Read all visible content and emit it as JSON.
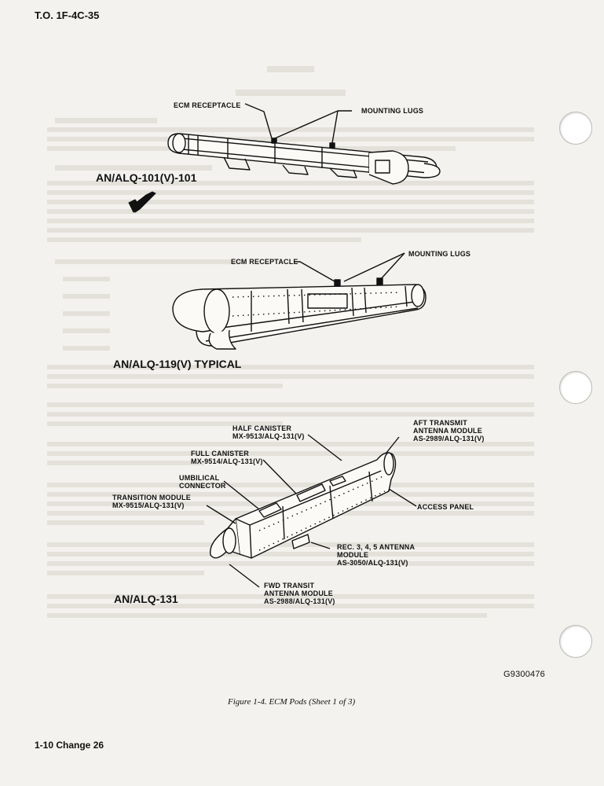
{
  "header": {
    "to_number": "T.O. 1F-4C-35"
  },
  "pods": [
    {
      "title": "AN/ALQ-101(V)-101",
      "labels": {
        "ecm_receptacle": "ECM RECEPTACLE",
        "mounting_lugs": "MOUNTING LUGS"
      }
    },
    {
      "title": "AN/ALQ-119(V) TYPICAL",
      "labels": {
        "ecm_receptacle": "ECM RECEPTACLE",
        "mounting_lugs": "MOUNTING LUGS"
      }
    },
    {
      "title": "AN/ALQ-131",
      "labels": {
        "half_canister": [
          "HALF CANISTER",
          "MX-9513/ALQ-131(V)"
        ],
        "aft_transmit": [
          "AFT TRANSMIT",
          "ANTENNA MODULE",
          "AS-2989/ALQ-131(V)"
        ],
        "full_canister": [
          "FULL CANISTER",
          "MX-9514/ALQ-131(V)"
        ],
        "umbilical": [
          "UMBILICAL",
          "CONNECTOR"
        ],
        "transition": [
          "TRANSITION MODULE",
          "MX-9515/ALQ-131(V)"
        ],
        "access_panel": "ACCESS PANEL",
        "rec_antenna": [
          "REC. 3, 4, 5 ANTENNA",
          "MODULE",
          "AS-3050/ALQ-131(V)"
        ],
        "fwd_transit": [
          "FWD TRANSIT",
          "ANTENNA MODULE",
          "AS-2988/ALQ-131(V)"
        ]
      }
    }
  ],
  "figure_id": "G9300476",
  "caption": "Figure 1-4.  ECM Pods (Sheet 1 of 3)",
  "footer": "1-10   Change 26"
}
